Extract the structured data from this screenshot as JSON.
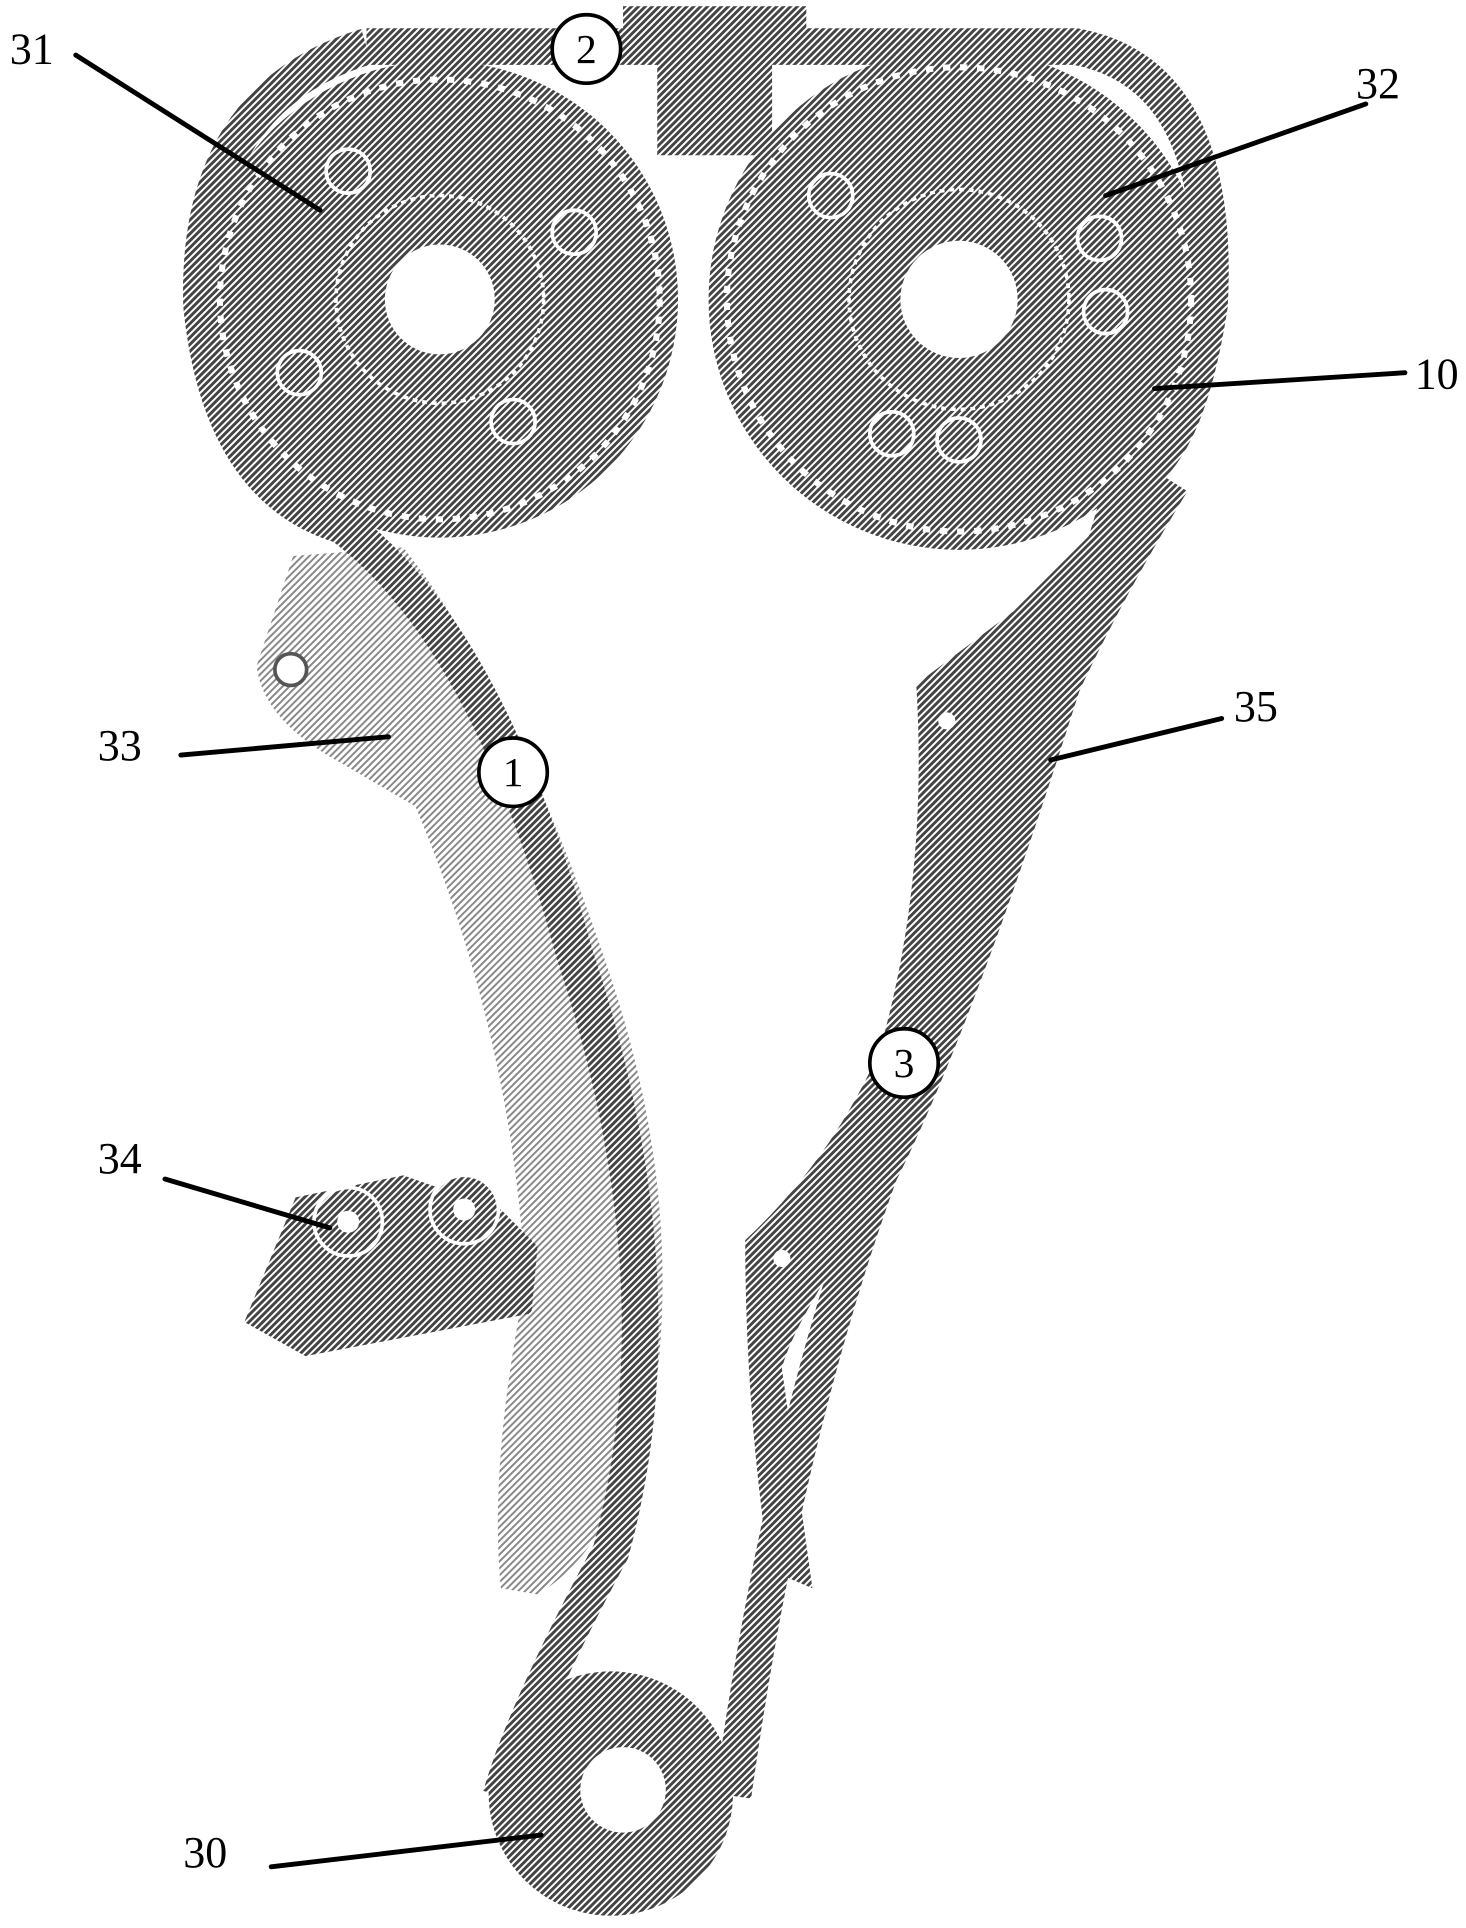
{
  "figure": {
    "labels": {
      "camshaft_sprocket_left": "31",
      "camshaft_sprocket_right": "32",
      "chain": "10",
      "tensioner_guide": "33",
      "tensioner": "34",
      "fixed_guide": "35",
      "crank_sprocket": "30"
    },
    "circled_markers": [
      "1",
      "2",
      "3"
    ],
    "colors": {
      "hatch_dark": "#555555",
      "hatch_light": "#9a9a9a",
      "line": "#000000"
    }
  }
}
